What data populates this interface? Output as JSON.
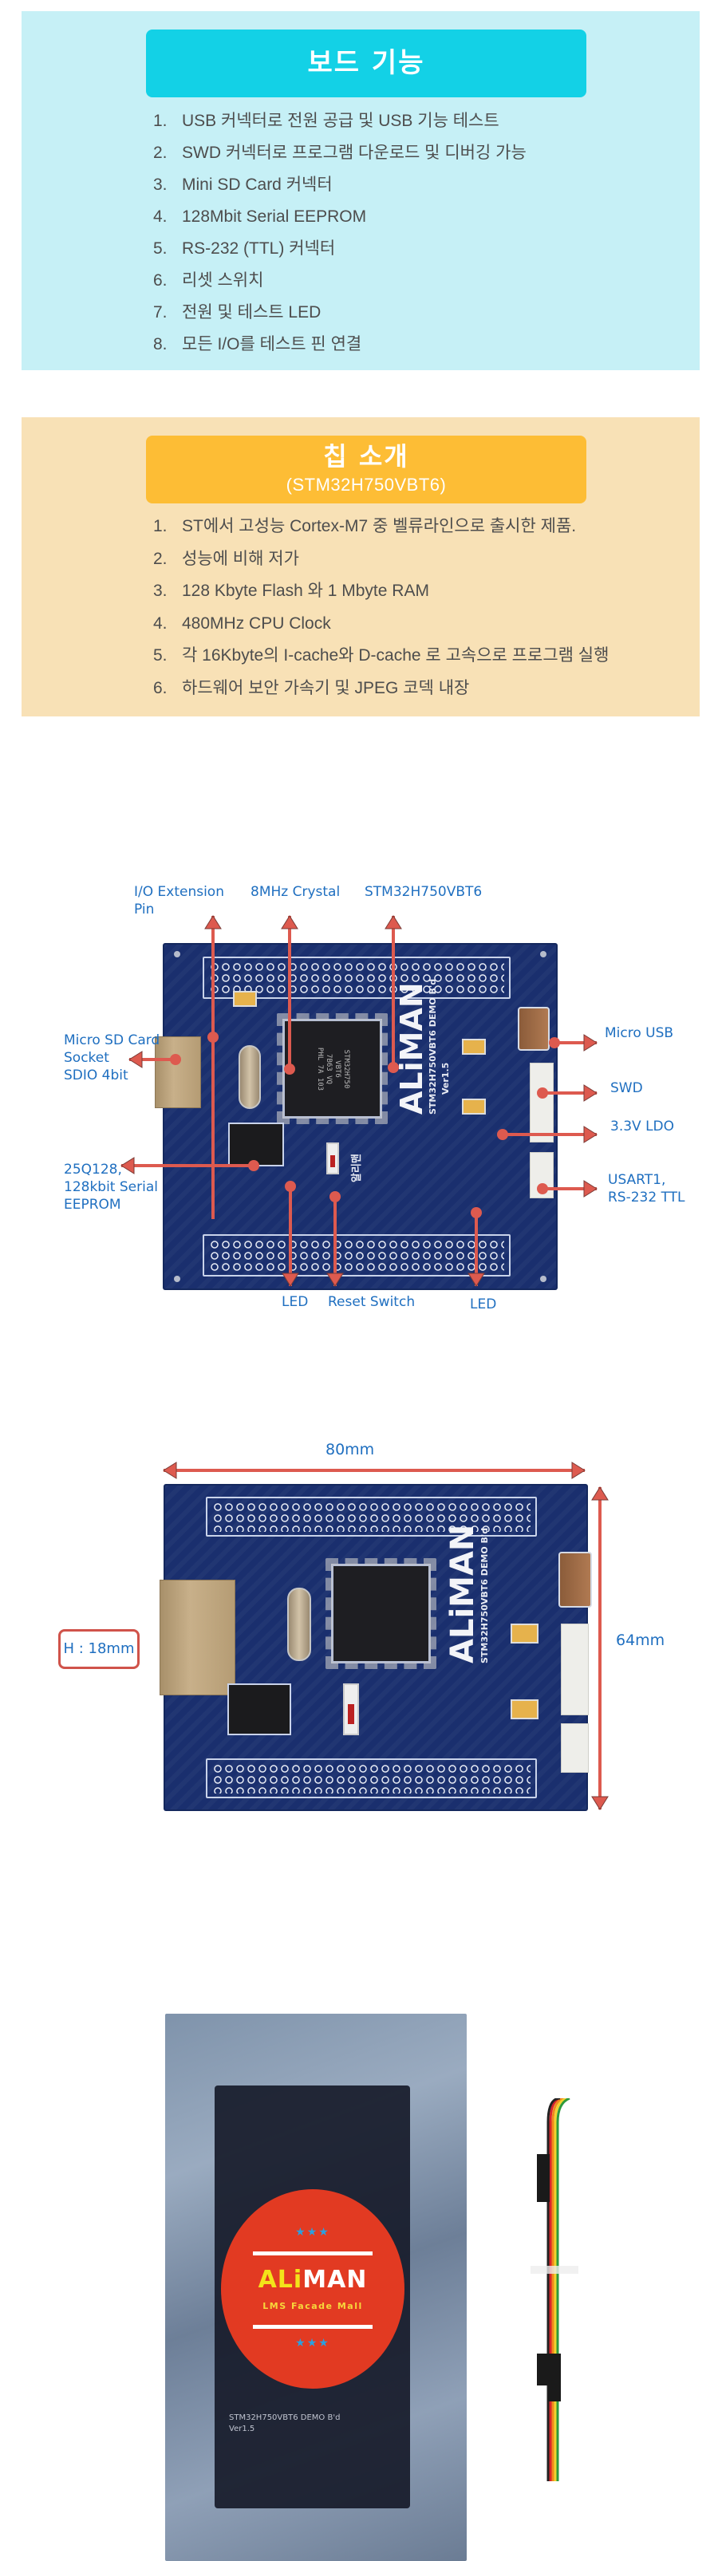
{
  "board_features": {
    "title": "보드 기능",
    "items": [
      {
        "num": "1.",
        "text": "USB 커넥터로 전원 공급 및 USB 기능 테스트"
      },
      {
        "num": "2.",
        "text": "SWD 커넥터로 프로그램 다운로드 및 디버깅 가능"
      },
      {
        "num": "3.",
        "text": "Mini SD Card 커넥터"
      },
      {
        "num": "4.",
        "text": "128Mbit Serial EEPROM"
      },
      {
        "num": "5.",
        "text": "RS-232 (TTL) 커넥터"
      },
      {
        "num": "6.",
        "text": "리셋 스위치"
      },
      {
        "num": "7.",
        "text": "전원 및 테스트 LED"
      },
      {
        "num": "8.",
        "text": "모든 I/O를 테스트 핀 연결"
      }
    ],
    "colors": {
      "background": "#c6f0f6",
      "header": "#13d1e6"
    }
  },
  "chip_intro": {
    "title": "칩 소개",
    "subtitle": "(STM32H750VBT6)",
    "items": [
      {
        "num": "1.",
        "text": "ST에서 고성능 Cortex-M7 중 벨류라인으로 출시한 제품."
      },
      {
        "num": "2.",
        "text": "성능에 비해 저가"
      },
      {
        "num": "3.",
        "text": "128 Kbyte Flash 와 1 Mbyte RAM"
      },
      {
        "num": "4.",
        "text": "480MHz CPU Clock"
      },
      {
        "num": "5.",
        "text": "각 16Kbyte의 I-cache와 D-cache 로 고속으로 프로그램 실행"
      },
      {
        "num": "6.",
        "text": "하드웨어 보안 가속기 및 JPEG 코덱 내장"
      }
    ],
    "colors": {
      "background": "#f8e1b6",
      "header": "#fdbd35"
    }
  },
  "board_diagram": {
    "board_brand": "ALiMAN",
    "board_model": "STM32H750VBT6 DEMO B'd",
    "board_version": "Ver1.5",
    "board_korean": "알리맨",
    "chip_marking": [
      "STM32H750",
      "VBT6",
      "7B63 VQ",
      "PHL 7A 103"
    ],
    "callouts": {
      "io_extension": [
        "I/O Extension",
        "Pin"
      ],
      "crystal": [
        "8MHz Crystal"
      ],
      "mcu": [
        "STM32H750VBT6"
      ],
      "micro_usb": [
        "Micro USB"
      ],
      "swd": [
        "SWD"
      ],
      "ldo": [
        "3.3V LDO"
      ],
      "usart": [
        "USART1,",
        "RS-232 TTL"
      ],
      "sd_card": [
        "Micro SD Card",
        "Socket",
        "SDIO 4bit"
      ],
      "eeprom": [
        "25Q128,",
        "128kbit Serial",
        "EEPROM"
      ],
      "led_left": [
        "LED"
      ],
      "reset": [
        "Reset Switch"
      ],
      "led_right": [
        "LED"
      ]
    },
    "label_color": "#1f6fc0",
    "arrow_color": "#dd5a4f"
  },
  "dimensions": {
    "width_label": "80mm",
    "height_label": "64mm",
    "thickness_label": "H : 18mm"
  },
  "packaging": {
    "sticker_brand_yellow": "ALi",
    "sticker_brand_white": "MAN",
    "sticker_tagline": "LMS Facade Mall",
    "board_print": [
      "STM32H750VBT6 DEMO B'd",
      "Ver1.5"
    ]
  }
}
